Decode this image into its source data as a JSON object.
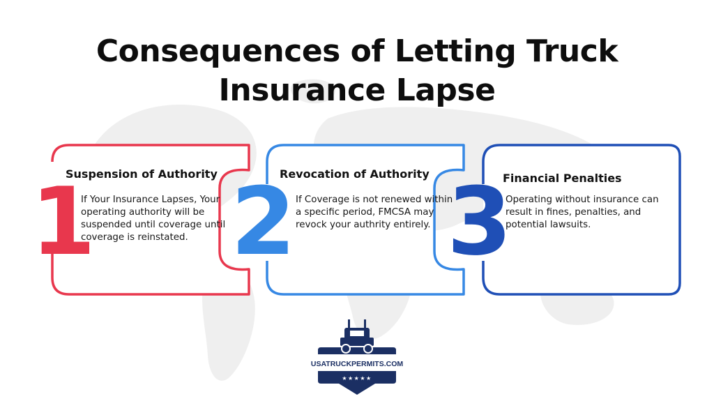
{
  "title": {
    "line1": "Consequences of Letting Truck",
    "line2": "Insurance Lapse"
  },
  "cards": [
    {
      "number": "1",
      "title": "Suspension of Authority",
      "body": "If Your Insurance Lapses, Your operating authority will be suspended until coverage until coverage is reinstated.",
      "color": "#e8374d"
    },
    {
      "number": "2",
      "title": "Revocation of Authority",
      "body": "If Coverage is not renewed within a specific period, FMCSA may revock your authrity entirely.",
      "color": "#3688e4"
    },
    {
      "number": "3",
      "title": "Financial Penalties",
      "body": "Operating without insurance can result in fines, penalties, and potential lawsuits.",
      "color": "#1f4fb6"
    }
  ],
  "logo": {
    "text": "USATRUCKPERMITS.COM",
    "stars": "★★★★★",
    "badge_color": "#1b2f63"
  },
  "colors": {
    "background": "#ffffff",
    "map": "#eeeeee",
    "title": "#0d0d0d"
  }
}
